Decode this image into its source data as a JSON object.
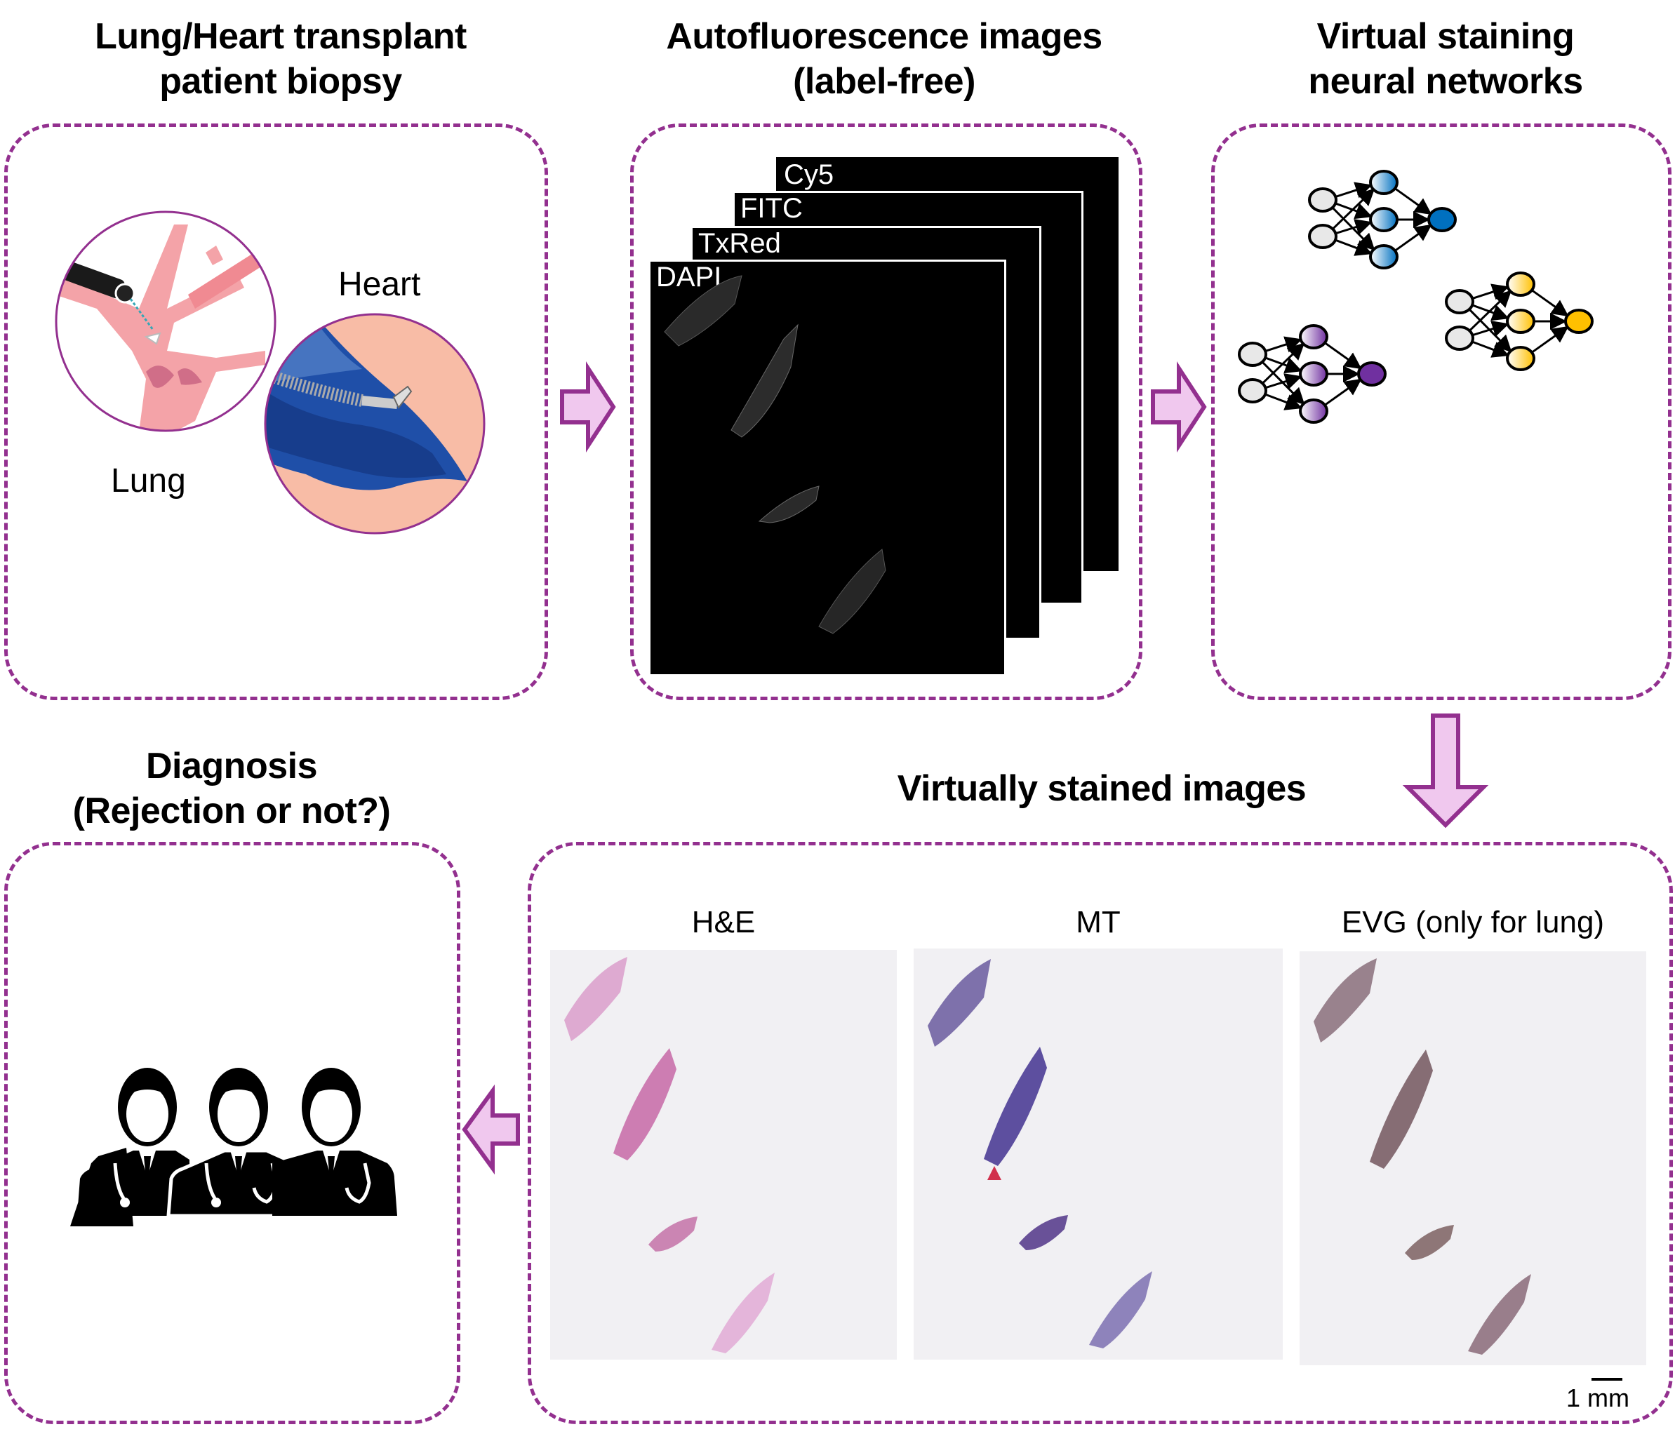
{
  "colors": {
    "panel_border": "#93308f",
    "arrow_fill": "#f0c8ee",
    "arrow_stroke": "#93308f",
    "net_blue": "#0070c0",
    "net_yellow": "#ffc000",
    "net_purple": "#7030a0",
    "net_input": "#e8e8e8"
  },
  "steps": {
    "biopsy": {
      "heading_line1": "Lung/Heart transplant",
      "heading_line2": "patient biopsy",
      "lung_label": "Lung",
      "heart_label": "Heart"
    },
    "autofluorescence": {
      "heading_line1": "Autofluorescence images",
      "heading_line2": "(label-free)",
      "channels": [
        "Cy5",
        "FITC",
        "TxRed",
        "DAPI"
      ]
    },
    "networks": {
      "heading_line1": "Virtual staining",
      "heading_line2": "neural networks",
      "network_colors": [
        "blue",
        "yellow",
        "purple"
      ]
    },
    "stained": {
      "heading": "Virtually stained images",
      "stains": [
        "H&E",
        "MT",
        "EVG (only for lung)"
      ],
      "scale_bar": "1 mm"
    },
    "diagnosis": {
      "heading_line1": "Diagnosis",
      "heading_line2": "(Rejection or not?)",
      "icon": "doctors-group-icon"
    }
  },
  "flow": [
    "biopsy",
    "autofluorescence",
    "networks",
    "stained",
    "diagnosis"
  ]
}
